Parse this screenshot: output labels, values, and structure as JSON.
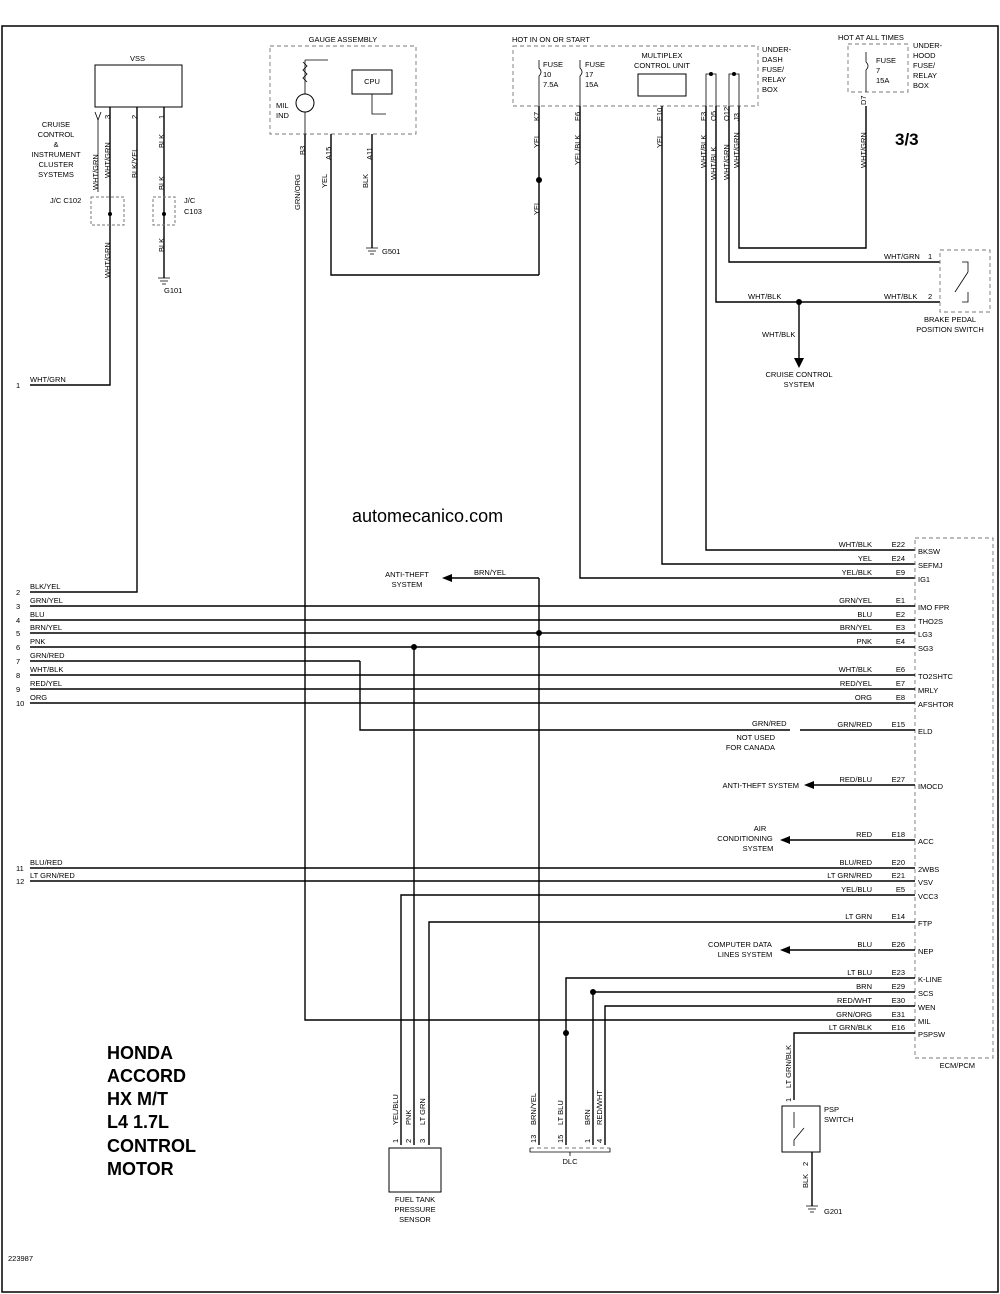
{
  "page_label": "3/3",
  "figure_id": "223987",
  "watermark": "automecanico.com",
  "title_lines": [
    "HONDA",
    "ACCORD",
    "HX M/T",
    "L4 1.7L",
    "CONTROL",
    "MOTOR"
  ],
  "top_components": {
    "vss": "VSS",
    "gauge": "GAUGE ASSEMBLY",
    "mil": [
      "MIL",
      "IND"
    ],
    "cpu": "CPU",
    "hot_run": "HOT IN ON OR START",
    "fuse10": [
      "FUSE",
      "10",
      "7.5A"
    ],
    "fuse17": [
      "FUSE",
      "17",
      "15A"
    ],
    "multiplex": [
      "MULTIPLEX",
      "CONTROL UNIT"
    ],
    "underdash": [
      "UNDER-",
      "DASH",
      "FUSE/",
      "RELAY",
      "BOX"
    ],
    "hot_always": "HOT AT ALL TIMES",
    "fuse7": [
      "FUSE",
      "7",
      "15A"
    ],
    "underhood": [
      "UNDER-",
      "HOOD",
      "FUSE/",
      "RELAY",
      "BOX"
    ],
    "cruise_cluster": [
      "CRUISE",
      "CONTROL",
      "&",
      "INSTRUMENT",
      "CLUSTER",
      "SYSTEMS"
    ],
    "jc102": "J/C C102",
    "jc103": [
      "J/C",
      "C103"
    ],
    "g101": "G101",
    "g501": "G501",
    "brake_switch": [
      "BRAKE PEDAL",
      "POSITION SWITCH"
    ],
    "cruise_system": [
      "CRUISE CONTROL",
      "SYSTEM"
    ]
  },
  "vertical_labels": {
    "vss_pins": [
      "3",
      "2",
      "1"
    ],
    "vss_wires": [
      "WHT/GRN",
      "BLK/YEL",
      "BLK"
    ],
    "wht_grn": "WHT/GRN",
    "blk": "BLK",
    "gauge_pins": [
      "B3",
      "A15",
      "A11"
    ],
    "gauge_wires": [
      "GRN/ORG",
      "YEL",
      "BLK"
    ],
    "fuse_pins": [
      "K7",
      "E6",
      "E10",
      "E3",
      "O5",
      "O12",
      "J3",
      "D7"
    ],
    "fuse_wires": [
      "YEL",
      "YEL/BLK",
      "YEL",
      "WHT/BLK",
      "WHT/BLK",
      "WHT/GRN",
      "WHT/GRN",
      "WHT/GRN"
    ],
    "psp_wire": "LT GRN/BLK",
    "psp_blk": "BLK",
    "fuel_wires": [
      "YEL/BLU",
      "PNK",
      "LT GRN"
    ],
    "dlc_wires": [
      "BRN/YEL",
      "LT BLU",
      "BRN",
      "RED/WHT"
    ]
  },
  "left_connector": [
    {
      "pin": "1",
      "wire": "WHT/GRN"
    },
    {
      "pin": "2",
      "wire": "BLK/YEL"
    },
    {
      "pin": "3",
      "wire": "GRN/YEL"
    },
    {
      "pin": "4",
      "wire": "BLU"
    },
    {
      "pin": "5",
      "wire": "BRN/YEL"
    },
    {
      "pin": "6",
      "wire": "PNK"
    },
    {
      "pin": "7",
      "wire": "GRN/RED"
    },
    {
      "pin": "8",
      "wire": "WHT/BLK"
    },
    {
      "pin": "9",
      "wire": "RED/YEL"
    },
    {
      "pin": "10",
      "wire": "ORG"
    },
    {
      "pin": "11",
      "wire": "BLU/RED"
    },
    {
      "pin": "12",
      "wire": "LT GRN/RED"
    }
  ],
  "ecm_terminals": [
    {
      "wire": "WHT/BLK",
      "pin": "E22",
      "signal": "BKSW"
    },
    {
      "wire": "YEL",
      "pin": "E24",
      "signal": "SEFMJ"
    },
    {
      "wire": "YEL/BLK",
      "pin": "E9",
      "signal": "IG1"
    },
    {
      "wire": "GRN/YEL",
      "pin": "E1",
      "signal": "IMO FPR"
    },
    {
      "wire": "BLU",
      "pin": "E2",
      "signal": "THO2S"
    },
    {
      "wire": "BRN/YEL",
      "pin": "E3",
      "signal": "LG3"
    },
    {
      "wire": "PNK",
      "pin": "E4",
      "signal": "SG3"
    },
    {
      "wire": "WHT/BLK",
      "pin": "E6",
      "signal": "TO2SHTC"
    },
    {
      "wire": "RED/YEL",
      "pin": "E7",
      "signal": "MRLY"
    },
    {
      "wire": "ORG",
      "pin": "E8",
      "signal": "AFSHTOR"
    },
    {
      "wire": "GRN/RED",
      "pin": "E15",
      "signal": "ELD"
    },
    {
      "wire": "RED/BLU",
      "pin": "E27",
      "signal": "IMOCD"
    },
    {
      "wire": "RED",
      "pin": "E18",
      "signal": "ACC"
    },
    {
      "wire": "BLU/RED",
      "pin": "E20",
      "signal": "2WBS"
    },
    {
      "wire": "LT GRN/RED",
      "pin": "E21",
      "signal": "VSV"
    },
    {
      "wire": "YEL/BLU",
      "pin": "E5",
      "signal": "VCC3"
    },
    {
      "wire": "LT GRN",
      "pin": "E14",
      "signal": "FTP"
    },
    {
      "wire": "BLU",
      "pin": "E26",
      "signal": "NEP"
    },
    {
      "wire": "LT BLU",
      "pin": "E23",
      "signal": "K-LINE"
    },
    {
      "wire": "BRN",
      "pin": "E29",
      "signal": "SCS"
    },
    {
      "wire": "RED/WHT",
      "pin": "E30",
      "signal": "WEN"
    },
    {
      "wire": "GRN/ORG",
      "pin": "E31",
      "signal": "MIL"
    },
    {
      "wire": "LT GRN/BLK",
      "pin": "E16",
      "signal": "PSPSW"
    }
  ],
  "ecm_label": "ECM/PCM",
  "arrow_labels": {
    "antitheft_top": [
      "ANTI-THEFT",
      "SYSTEM"
    ],
    "antitheft_top_wire": "BRN/YEL",
    "not_used": [
      "NOT USED",
      "FOR CANADA"
    ],
    "eld_wire": "GRN/RED",
    "antitheft_mid": "ANTI-THEFT SYSTEM",
    "aircon": [
      "AIR",
      "CONDITIONING",
      "SYSTEM"
    ],
    "comp_data": [
      "COMPUTER DATA",
      "LINES SYSTEM"
    ]
  },
  "brake_switch_wiring": {
    "pin1_wire": "WHT/GRN",
    "pin1": "1",
    "pin2_wire": "WHT/BLK",
    "pin2": "2",
    "branch_wire": "WHT/BLK"
  },
  "bottom": {
    "fuel_sensor": [
      "FUEL TANK",
      "PRESSURE",
      "SENSOR"
    ],
    "fuel_pins": [
      "1",
      "2",
      "3"
    ],
    "dlc": "DLC",
    "dlc_pins": [
      "13",
      "15",
      "1",
      "4"
    ],
    "psp": [
      "PSP",
      "SWITCH"
    ],
    "psp_pins": [
      "1",
      "2"
    ],
    "g201": "G201"
  }
}
